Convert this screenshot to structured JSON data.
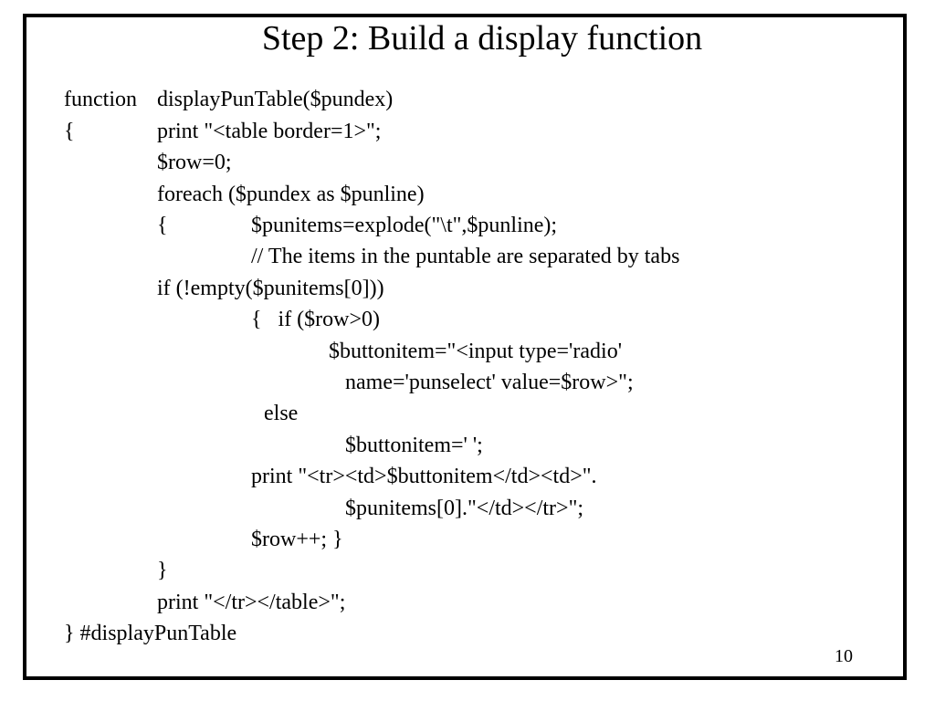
{
  "slide": {
    "title": "Step 2: Build a display function",
    "number": "10",
    "code": {
      "l1a": "function",
      "l1b": "displayPunTable($pundex)",
      "l2a": "{",
      "l2b": "print \"<table border=1>\";",
      "l3": "$row=0;",
      "l4": "foreach ($pundex as $punline)",
      "l5a": "{",
      "l5b": "$punitems=explode(\"\\t\",$punline);",
      "l6": "// The items in the puntable are separated by tabs",
      "l7": "if (!empty($punitems[0]))",
      "l8": "{   if ($row>0)",
      "l9": "$buttonitem=\"<input type='radio'",
      "l10": "name='punselect' value=$row>\";",
      "l11": "else",
      "l12": "$buttonitem=' ';",
      "l13": "print \"<tr><td>$buttonitem</td><td>\".",
      "l14": "$punitems[0].\"</td></tr>\";",
      "l15": "$row++; }",
      "l16": "}",
      "l17": "print \"</tr></table>\";",
      "l18": "} #displayPunTable"
    }
  }
}
